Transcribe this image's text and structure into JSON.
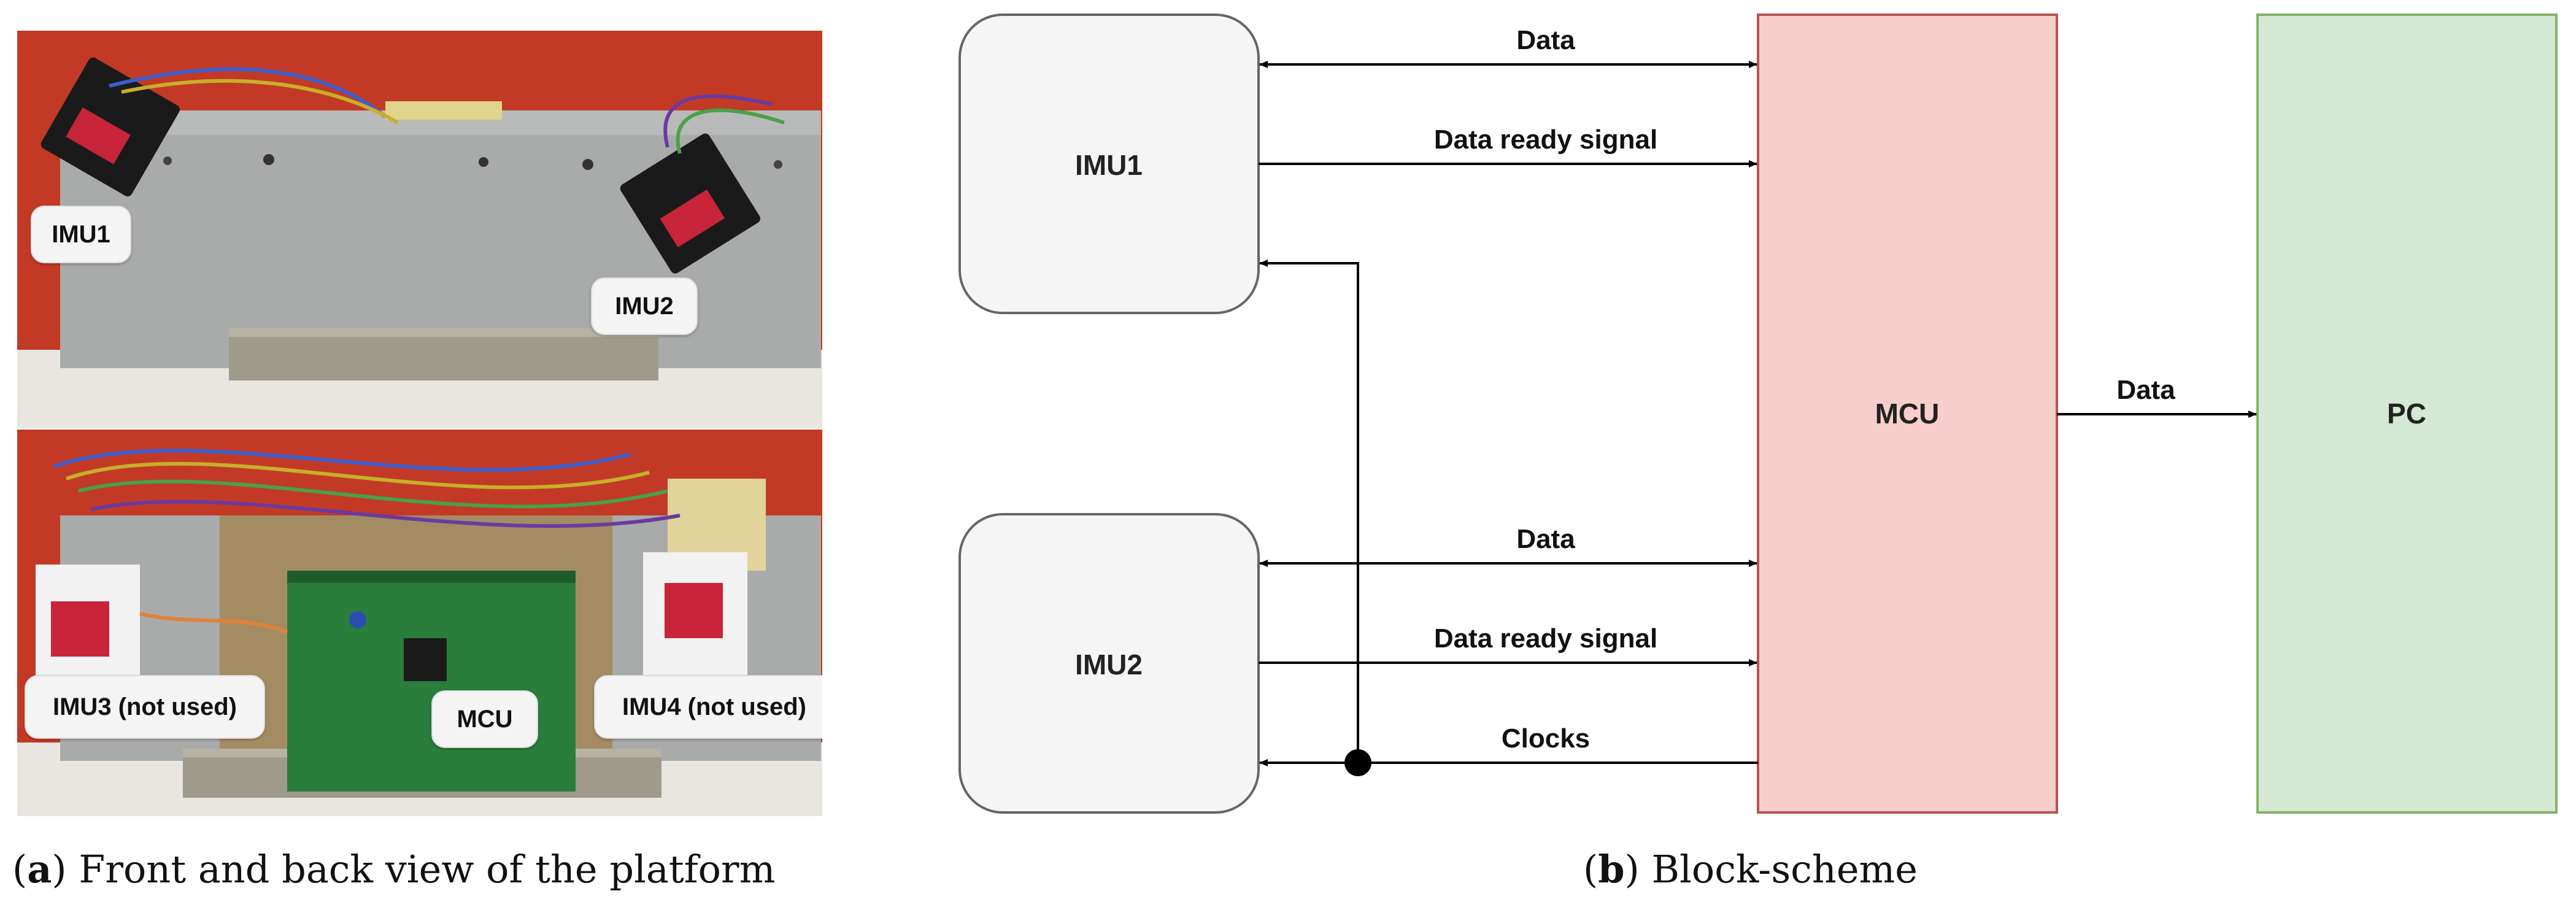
{
  "left_panel": {
    "photo_labels": {
      "imu1": "IMU1",
      "imu2": "IMU2",
      "imu3": "IMU3 (not used)",
      "mcu": "MCU",
      "imu4": "IMU4 (not used)"
    },
    "caption": {
      "tag": "a",
      "text": " Front and back view of the platform"
    }
  },
  "right_panel": {
    "nodes": {
      "imu1": "IMU1",
      "imu2": "IMU2",
      "mcu": "MCU",
      "pc": "PC"
    },
    "edges": {
      "imu1_data": "Data",
      "imu1_ready": "Data ready signal",
      "imu2_data": "Data",
      "imu2_ready": "Data ready signal",
      "clocks": "Clocks",
      "mcu_pc": "Data"
    },
    "colors": {
      "imu_fill": "#f5f5f5",
      "imu_stroke": "#666666",
      "mcu_fill": "#f8cecc",
      "mcu_stroke": "#b85450",
      "pc_fill": "#d5e8d4",
      "pc_stroke": "#82b366"
    },
    "caption": {
      "tag": "b",
      "text": " Block-scheme"
    }
  }
}
